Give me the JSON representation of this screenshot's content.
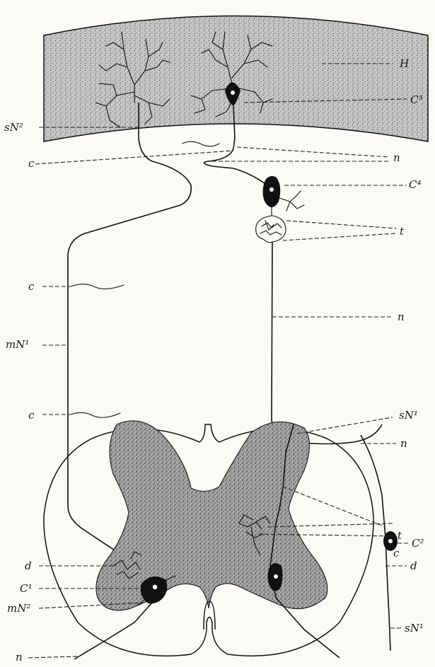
{
  "labels": {
    "H": "H",
    "C3": "C³",
    "sN2": "sN²",
    "c_top": "c",
    "n_top": "n",
    "C4": "C⁴",
    "t_top": "t",
    "c_mid1": "c",
    "n_mid": "n",
    "mN1": "mN¹",
    "c_mid2": "c",
    "sN1_upper": "sN¹",
    "n_cord": "n",
    "C2": "C²",
    "c_cord": "c",
    "t_cord": "t",
    "d_left": "d",
    "d_right": "d",
    "C1": "C¹",
    "mN2": "mN²",
    "sN1_lower": "sN¹",
    "n_bottom": "n"
  },
  "colors": {
    "ink": "#111111",
    "paper": "#fbfaf6",
    "stipple": "#9a9a9a",
    "grey_matter": "#8c8c8c"
  }
}
